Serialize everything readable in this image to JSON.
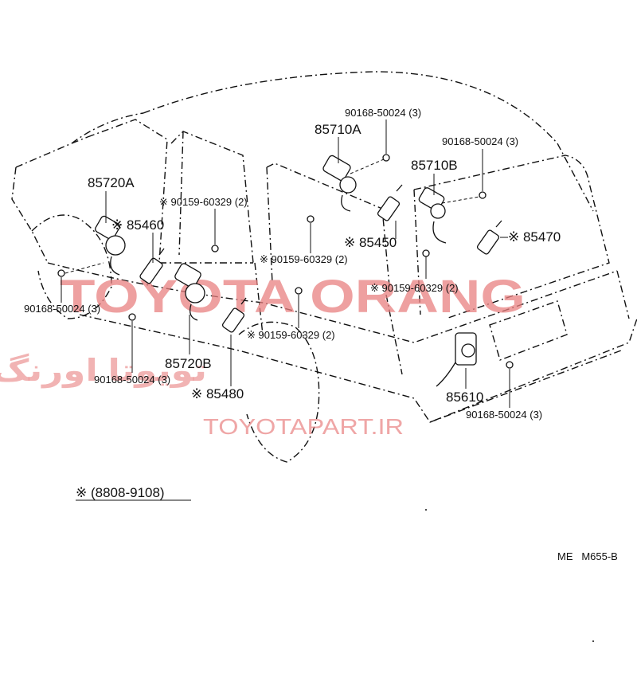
{
  "watermarks": {
    "main": "TOYOTA ORANG",
    "persian": "تویوتا اورنگ",
    "site": "TOYOTAPART.IR",
    "color": "#e88080"
  },
  "parts": {
    "p85710A": "85710A",
    "p85710B": "85710B",
    "p85720A": "85720A",
    "p85720B": "85720B",
    "p85460": "※ 85460",
    "p85450": "※ 85450",
    "p85470": "※ 85470",
    "p85480": "※ 85480",
    "p85610": "85610"
  },
  "fasteners": {
    "screw_top_a": "90168-50024 (3)",
    "screw_top_b": "90168-50024 (3)",
    "screw_left": "90168-50024 (3)",
    "screw_bottom_left": "90168-50024 (3)",
    "screw_right": "90168-50024 (3)",
    "bolt_upper_left": "※ 90159-60329 (2)",
    "bolt_mid": "※ 90159-60329 (2)",
    "bolt_right": "※ 90159-60329 (2)",
    "bolt_lower": "※ 90159-60329 (2)"
  },
  "footnote": "※  (8808-9108)",
  "code": "ME   M655-B"
}
